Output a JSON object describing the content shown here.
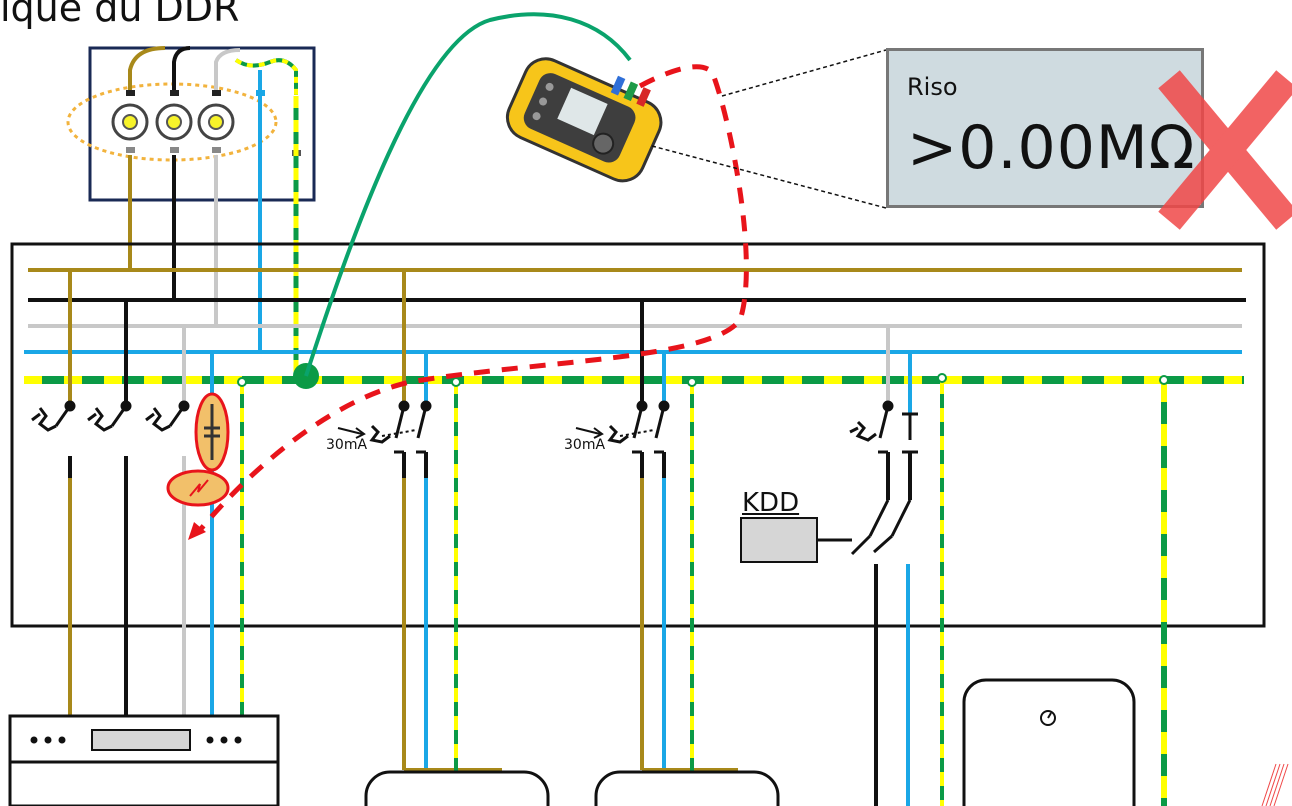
{
  "header": {
    "title": "ique du DDR"
  },
  "meter_display": {
    "label": "Riso",
    "value": ">0.00MΩ",
    "status": "fail",
    "status_icon": "cross-icon"
  },
  "rcd_labels": {
    "left": "30mA",
    "right": "30mA"
  },
  "kdd": {
    "label": "KDD"
  },
  "colors": {
    "phase_l1": "#a8891a",
    "phase_l2": "#111111",
    "phase_l3": "#c8c8c8",
    "neutral": "#1aa7e6",
    "earth_green": "#0b9a46",
    "earth_yellow": "#ffff00",
    "test_lead_green": "#0aa36c",
    "fault_path": "#e8141b",
    "highlight_orange": "#f2b33d",
    "fail_cross": "#f04848"
  }
}
